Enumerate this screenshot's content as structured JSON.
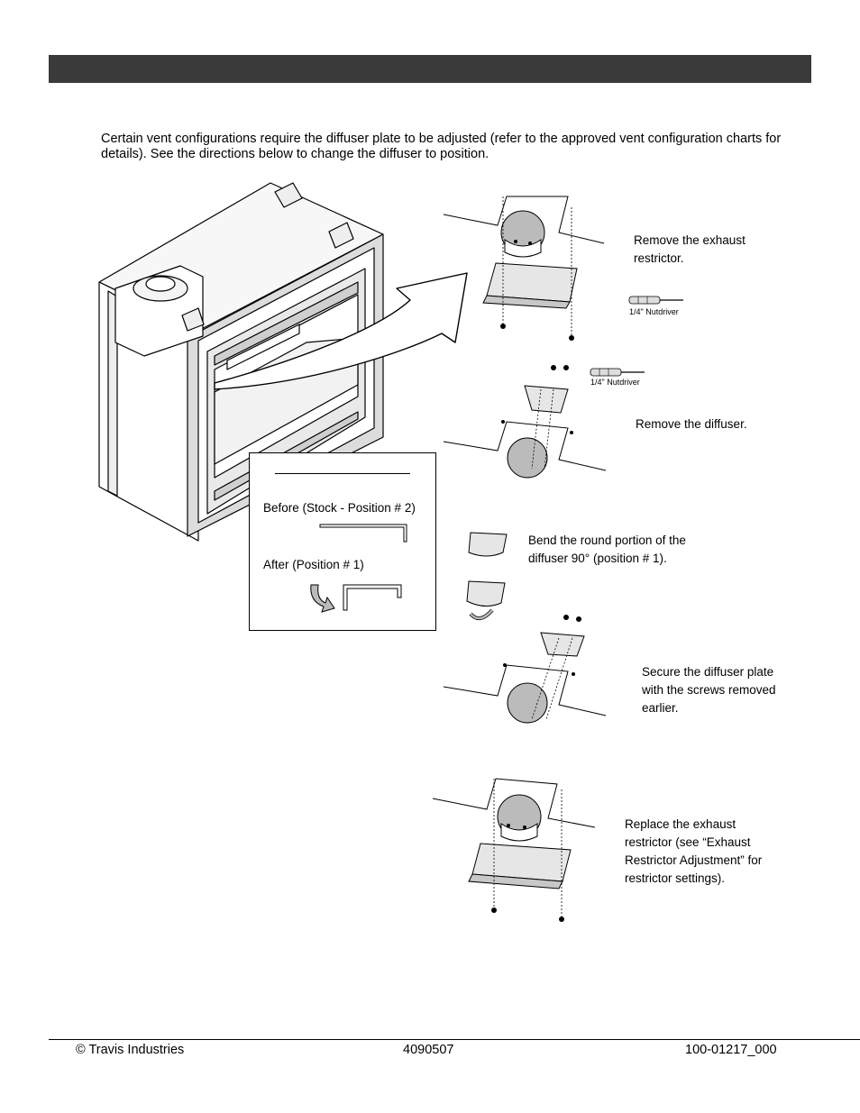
{
  "header": {
    "title": ""
  },
  "intro": {
    "text": "Certain vent configurations require the diffuser plate to be adjusted (refer to the approved vent configuration charts for details). See the directions below to change the diffuser to position."
  },
  "steps": {
    "step1": "Remove the exhaust restrictor.",
    "step2": "Remove the diffuser.",
    "step3": "Bend the round portion of the diffuser 90° (position # 1).",
    "step4": "Secure the diffuser plate with the screws removed earlier.",
    "step5": "Replace the exhaust restrictor (see “Exhaust Restrictor Adjustment” for restrictor settings)."
  },
  "tools": {
    "nutdriver_1": "1/4\" Nutdriver",
    "nutdriver_2": "1/4\" Nutdriver"
  },
  "inset": {
    "before_label": "Before (Stock - Position # 2)",
    "after_label": "After (Position # 1)"
  },
  "footer": {
    "copyright": "© Travis Industries",
    "doc_number": "4090507",
    "part_number": "100-01217_000"
  }
}
